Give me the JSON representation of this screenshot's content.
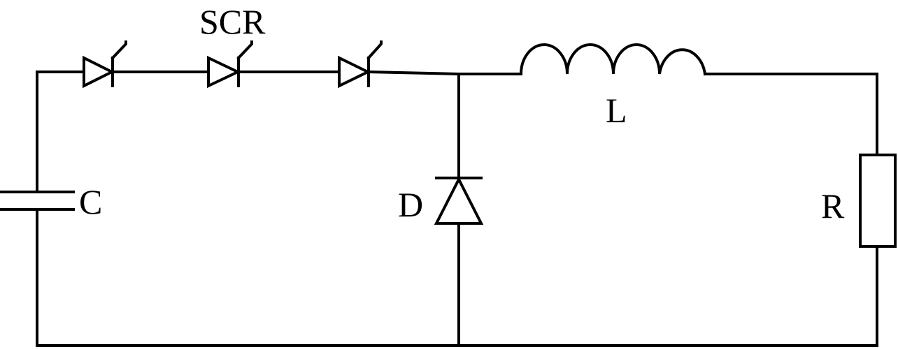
{
  "diagram": {
    "type": "circuit-schematic",
    "labels": {
      "scr": "SCR",
      "capacitor": "C",
      "diode": "D",
      "inductor": "L",
      "resistor": "R"
    },
    "components": [
      {
        "id": "capacitor",
        "symbol": "capacitor-icon"
      },
      {
        "id": "scr-1",
        "symbol": "thyristor-icon"
      },
      {
        "id": "scr-2",
        "symbol": "thyristor-icon"
      },
      {
        "id": "scr-3",
        "symbol": "thyristor-icon"
      },
      {
        "id": "diode",
        "symbol": "diode-icon"
      },
      {
        "id": "inductor",
        "symbol": "inductor-icon"
      },
      {
        "id": "resistor",
        "symbol": "resistor-icon"
      }
    ],
    "colors": {
      "line": "#000000",
      "background": "#ffffff"
    }
  }
}
